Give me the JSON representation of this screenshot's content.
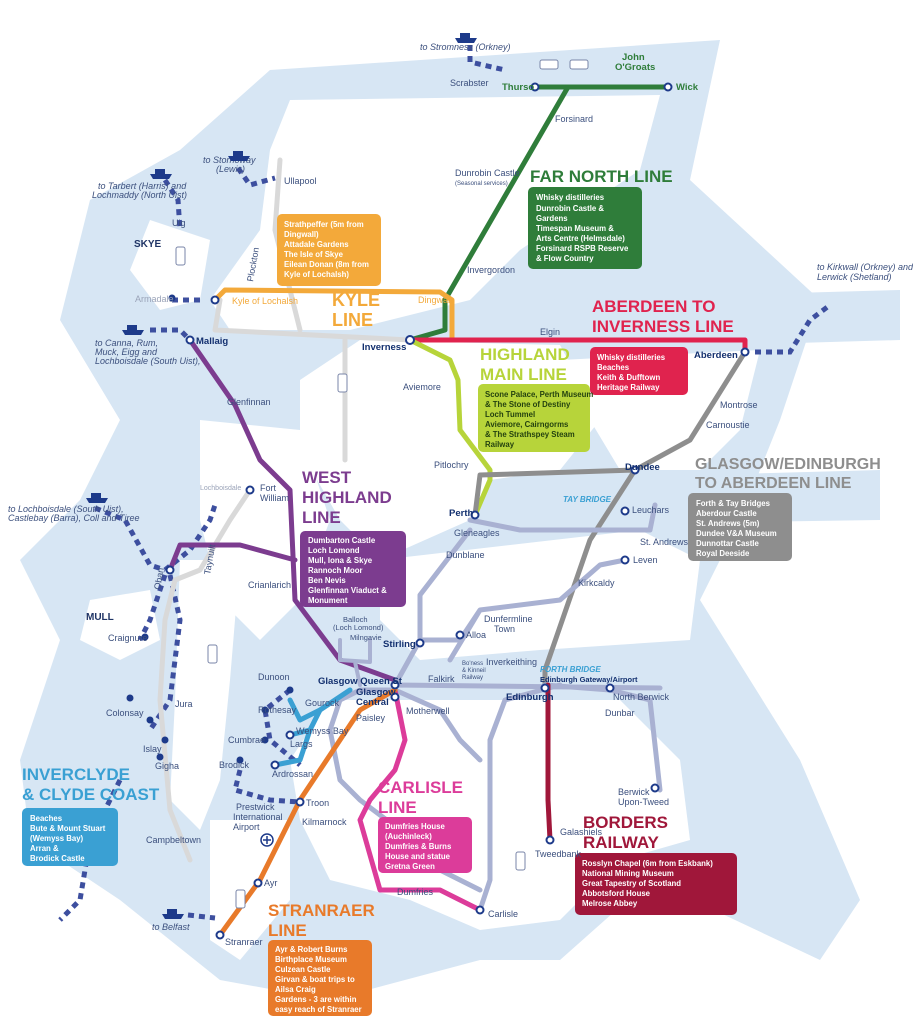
{
  "lines": {
    "far_north": {
      "name": [
        "FAR NORTH LINE"
      ],
      "color": "#2f7d3a",
      "attractions": [
        "Whisky distilleries",
        "Dunrobin Castle &",
        "Gardens",
        "Timespan Museum &",
        "Arts Centre (Helmsdale)",
        "Forsinard RSPB Reserve",
        "& Flow Country"
      ]
    },
    "kyle": {
      "name": [
        "KYLE",
        "LINE"
      ],
      "color": "#f3a93a",
      "attractions": [
        "Strathpeffer (5m from",
        "Dingwall)",
        "Attadale Gardens",
        "The Isle of Skye",
        "Eilean Donan (8m from",
        "Kyle of Lochalsh)"
      ]
    },
    "aberdeen_inverness": {
      "name": [
        "ABERDEEN TO",
        "INVERNESS LINE"
      ],
      "color": "#e0234e",
      "attractions": [
        "Whisky distilleries",
        "Beaches",
        "Keith & Dufftown",
        "Heritage Railway"
      ]
    },
    "highland_main": {
      "name": [
        "HIGHLAND",
        "MAIN LINE"
      ],
      "color": "#b7d43a",
      "attractions": [
        "Scone Palace, Perth Museum",
        "& The Stone of Destiny",
        "Loch Tummel",
        "Aviemore, Cairngorms",
        "& The Strathspey Steam",
        "Railway"
      ]
    },
    "west_highland": {
      "name": [
        "WEST",
        "HIGHLAND",
        "LINE"
      ],
      "color": "#7c3c8f",
      "attractions": [
        "Dumbarton Castle",
        "Loch Lomond",
        "Mull, Iona & Skye",
        "Rannoch Moor",
        "Ben Nevis",
        "Glenfinnan Viaduct &",
        "Monument"
      ]
    },
    "glasgow_aberdeen": {
      "name": [
        "GLASGOW/EDINBURGH",
        "TO ABERDEEN LINE"
      ],
      "color": "#8e8e8e",
      "attractions": [
        "Forth & Tay Bridges",
        "Aberdour Castle",
        "St. Andrews (5m)",
        "Dundee V&A Museum",
        "Dunnottar Castle",
        "Royal Deeside"
      ]
    },
    "inverclyde": {
      "name": [
        "INVERCLYDE",
        "& CLYDE COAST"
      ],
      "color": "#3aa0d3",
      "attractions": [
        "Beaches",
        "Bute & Mount Stuart",
        "(Wemyss Bay)",
        "Arran &",
        "Brodick Castle"
      ]
    },
    "carlisle": {
      "name": [
        "CARLISLE",
        "LINE"
      ],
      "color": "#dc3c9a",
      "attractions": [
        "Dumfries House",
        "(Auchinleck)",
        "Dumfries & Burns",
        "House and statue",
        "Gretna Green"
      ]
    },
    "borders": {
      "name": [
        "BORDERS",
        "RAILWAY"
      ],
      "color": "#a0173a",
      "attractions": [
        "Rosslyn Chapel (6m from Eskbank)",
        "National Mining Museum",
        "Great Tapestry of Scotland",
        "Abbotsford House",
        "Melrose Abbey"
      ]
    },
    "stranraer": {
      "name": [
        "STRANRAER",
        "LINE"
      ],
      "color": "#e87a2a",
      "attractions": [
        "Ayr & Robert Burns",
        "Birthplace Museum",
        "Culzean Castle",
        "Girvan & boat trips to",
        "Ailsa Craig",
        "Gardens - 3 are within",
        "easy reach of Stranraer"
      ]
    }
  },
  "stations": {
    "thurso": "Thurso",
    "wick": "Wick",
    "scrabster": "Scrabster",
    "forsinard": "Forsinard",
    "dunrobin": "Dunrobin Castle",
    "dunrobin_note": "(Seasonal services)",
    "invergordon": "Invergordon",
    "dingwall": "Dingwall",
    "kyle": "Kyle of Lochalsh",
    "plockton": "Plockton",
    "inverness": "Inverness",
    "elgin": "Elgin",
    "aberdeen": "Aberdeen",
    "montrose": "Montrose",
    "carnoustie": "Carnoustie",
    "dundee": "Dundee",
    "leuchars": "Leuchars",
    "st_andrews": "St. Andrews",
    "leven": "Leven",
    "kirkcaldy": "Kirkcaldy",
    "aviemore": "Aviemore",
    "pitlochry": "Pitlochry",
    "perth": "Perth",
    "gleneagles": "Gleneagles",
    "dunblane": "Dunblane",
    "stirling": "Stirling",
    "alloa": "Alloa",
    "dunfermline": [
      "Dunfermline",
      "Town"
    ],
    "inverkeithing": "Inverkeithing",
    "boness": [
      "Bo'ness",
      "& Kinneil",
      "Railway"
    ],
    "falkirk": "Falkirk",
    "edinburgh": "Edinburgh",
    "edinburgh_gateway": "Edinburgh Gateway/Airport",
    "north_berwick": "North Berwick",
    "dunbar": "Dunbar",
    "berwick": [
      "Berwick",
      "Upon-Tweed"
    ],
    "galashiels": "Galashiels",
    "tweedbank": "Tweedbank",
    "glasgow_qs": "Glasgow Queen St",
    "glasgow_c": [
      "Glasgow",
      "Central"
    ],
    "paisley": "Paisley",
    "motherwell": "Motherwell",
    "mallaig": "Mallaig",
    "glenfinnan": "Glenfinnan",
    "fort_william": [
      "Fort",
      "William"
    ],
    "crianlarich": "Crianlarich",
    "oban": "Oban",
    "taynuilt": "Taynuilt",
    "balloch": [
      "Balloch",
      "(Loch Lomond)"
    ],
    "milngavie": "Milngavie",
    "dunoon": "Dunoon",
    "gourock": "Gourock",
    "rothesay": "Rothesay",
    "wemyss_bay": "Wemyss Bay",
    "largs": "Largs",
    "cumbrae": "Cumbrae",
    "ardrossan": "Ardrossan",
    "brodick": "Brodick",
    "troon": "Troon",
    "prestwick": [
      "Prestwick",
      "International",
      "Airport"
    ],
    "kilmarnock": "Kilmarnock",
    "ayr": "Ayr",
    "stranraer": "Stranraer",
    "dumfries": "Dumfries",
    "carlisle": "Carlisle",
    "campbeltown": "Campbeltown",
    "craignure": "Craignure",
    "colonsay": "Colonsay",
    "islay": "Islay",
    "jura": "Jura",
    "gigha": "Gigha",
    "armadale": "Armadale",
    "uig": "Uig",
    "ullapool": "Ullapool",
    "lochboisdale_small": "Lochboisdale",
    "john_ogroats": [
      "John",
      "O'Groats"
    ]
  },
  "islands": {
    "skye": "SKYE",
    "mull": "MULL"
  },
  "bridges": {
    "tay": "TAY BRIDGE",
    "forth": "FORTH BRIDGE"
  },
  "ferries": {
    "stromness": "to Stromness (Orkney)",
    "stornoway": [
      "to Stornoway",
      "(Lewis)"
    ],
    "tarbert": [
      "to Tarbert (Harris) and",
      "Lochmaddy (North Uist)"
    ],
    "kirkwall": [
      "to Kirkwall (Orkney) and",
      "Lerwick (Shetland)"
    ],
    "canna": [
      "to Canna, Rum,",
      "Muck, Eigg and",
      "Lochboisdale (South Uist),"
    ],
    "lochboisdale": [
      "to Lochboisdale (South Uist),",
      "Castlebay (Barra), Coll and Tiree"
    ],
    "belfast": "to Belfast"
  }
}
